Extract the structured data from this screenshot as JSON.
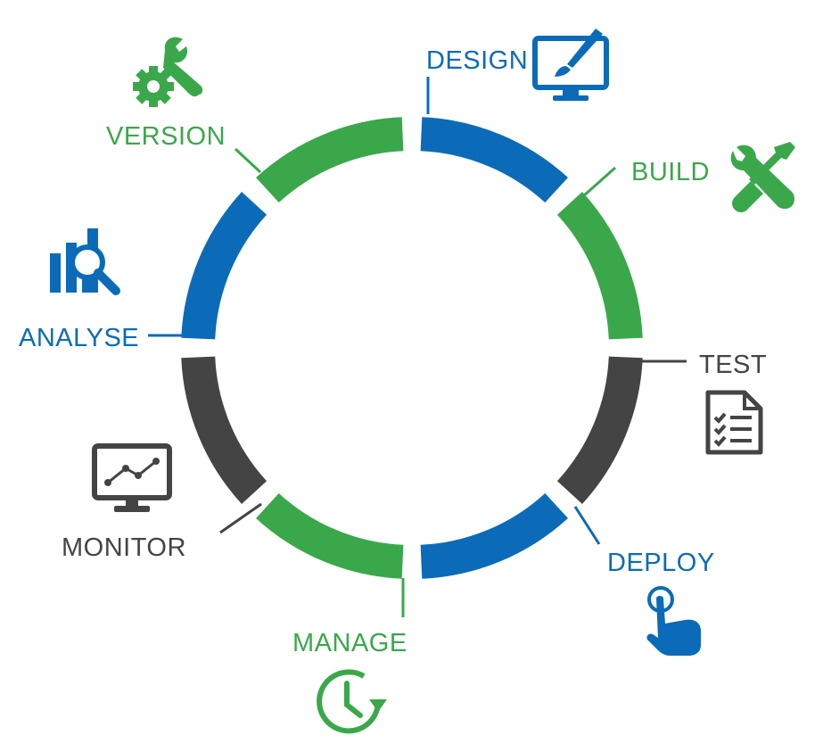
{
  "colors": {
    "blue": "#0b6bb8",
    "green": "#3aa84a",
    "gray": "#444444"
  },
  "stages": [
    {
      "label": "DESIGN",
      "color": "blue",
      "icon": "monitor-paintbrush-icon"
    },
    {
      "label": "BUILD",
      "color": "green",
      "icon": "wrench-screwdriver-icon"
    },
    {
      "label": "TEST",
      "color": "gray",
      "icon": "checklist-document-icon"
    },
    {
      "label": "DEPLOY",
      "color": "blue",
      "icon": "pointing-hand-icon"
    },
    {
      "label": "MANAGE",
      "color": "green",
      "icon": "clock-refresh-icon"
    },
    {
      "label": "MONITOR",
      "color": "gray",
      "icon": "monitor-line-graph-icon"
    },
    {
      "label": "ANALYSE",
      "color": "blue",
      "icon": "bar-chart-magnifier-icon"
    },
    {
      "label": "VERSION",
      "color": "green",
      "icon": "wrench-gear-icon"
    }
  ]
}
